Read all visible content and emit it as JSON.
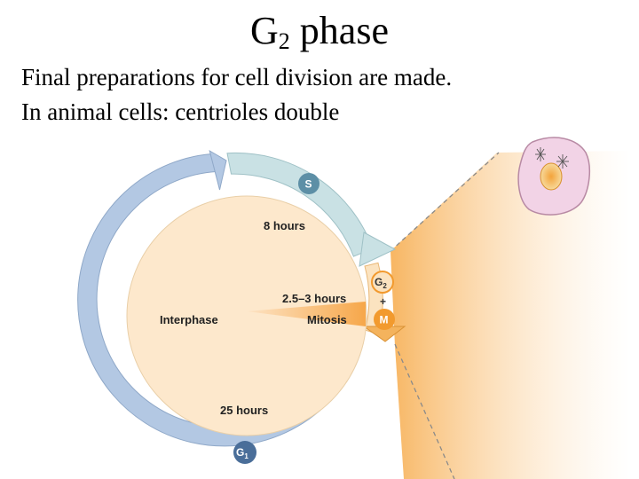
{
  "slide": {
    "title_main": "G",
    "title_sub": "2",
    "title_rest": " phase",
    "line1": "Final preparations for cell division are made.",
    "line2": "In animal cells: centrioles double"
  },
  "diagram": {
    "interphase_label": "Interphase",
    "mitosis_label": "Mitosis",
    "s_badge": "S",
    "s_duration": "8 hours",
    "g2_badge": "G",
    "g2_sub": "2",
    "plus": "+",
    "m_badge": "M",
    "g2m_duration": "2.5–3 hours",
    "g1_badge": "G",
    "g1_sub": "1",
    "g1_duration": "25 hours",
    "colors": {
      "g1_arrow": "#b3c8e3",
      "s_arrow": "#c9e1e4",
      "g2_arrow": "#fbe3c0",
      "m_badge": "#f29a2e",
      "inner_fill": "#fde8cc",
      "cell": "#f2d3e6"
    }
  }
}
